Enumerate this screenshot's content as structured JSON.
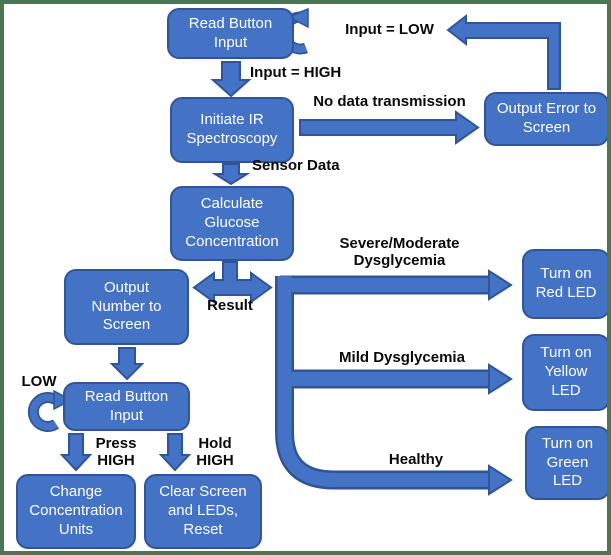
{
  "diagram": {
    "type": "flowchart",
    "colors": {
      "node_fill": "#4472C4",
      "node_border": "#2F5597",
      "arrow_fill": "#4472C4",
      "arrow_border": "#2F5597",
      "node_text": "#FFFFFF",
      "label_text": "#0A0A0A",
      "background": "#FFFFFF",
      "frame": "#4A7652"
    },
    "nodes": {
      "read_button_1": {
        "label": "Read Button\nInput"
      },
      "initiate_ir": {
        "label": "Initiate IR\nSpectroscopy"
      },
      "output_error": {
        "label": "Output Error to\nScreen"
      },
      "calculate_glucose": {
        "label": "Calculate\nGlucose\nConcentration"
      },
      "output_number": {
        "label": "Output\nNumber to\nScreen"
      },
      "read_button_2": {
        "label": "Read Button\nInput"
      },
      "change_units": {
        "label": "Change\nConcentration\nUnits"
      },
      "clear_screen": {
        "label": "Clear Screen\nand LEDs,\nReset"
      },
      "turn_red": {
        "label": "Turn on\nRed LED"
      },
      "turn_yellow": {
        "label": "Turn on\nYellow\nLED"
      },
      "turn_green": {
        "label": "Turn on\nGreen\nLED"
      }
    },
    "edge_labels": {
      "input_low": "Input = LOW",
      "input_high": "Input = HIGH",
      "no_data": "No data transmission",
      "sensor_data": "Sensor Data",
      "severe": "Severe/Moderate\nDysglycemia",
      "mild": "Mild Dysglycemia",
      "healthy": "Healthy",
      "result": "Result",
      "low": "LOW",
      "press_high": "Press\nHIGH",
      "hold_high": "Hold\nHIGH"
    }
  }
}
